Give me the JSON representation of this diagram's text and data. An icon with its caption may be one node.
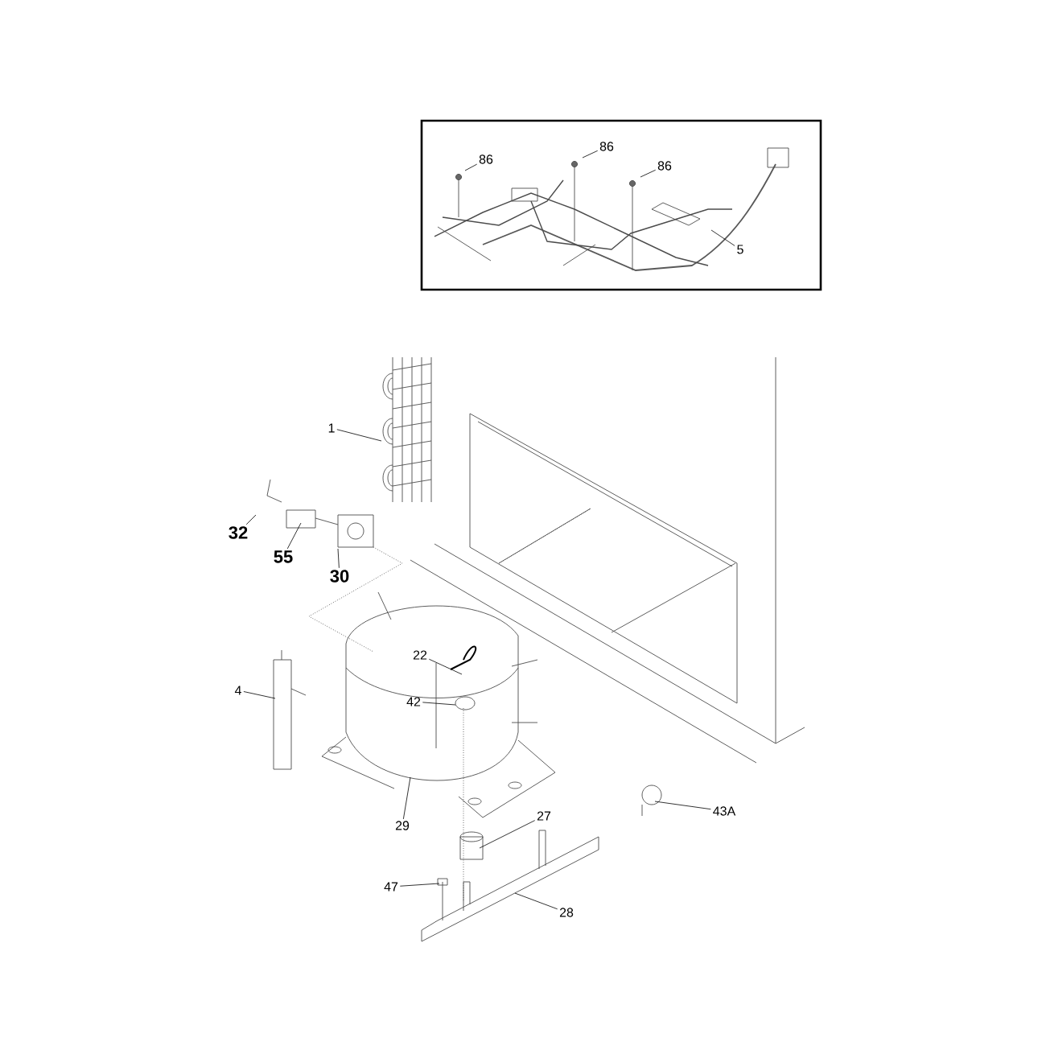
{
  "diagram": {
    "nodes": [
      {
        "text": [
          "86"
        ]
      },
      {
        "text": [
          "86"
        ]
      },
      {
        "text": [
          "86"
        ]
      },
      {
        "text": [
          "5"
        ]
      },
      {
        "text": [
          "1"
        ]
      },
      {
        "text": [
          "32"
        ]
      },
      {
        "text": [
          "55"
        ]
      },
      {
        "text": [
          "30"
        ]
      },
      {
        "text": [
          "22"
        ]
      },
      {
        "text": [
          "4"
        ]
      },
      {
        "text": [
          "42"
        ]
      },
      {
        "text": [
          "29"
        ]
      },
      {
        "text": [
          "27"
        ]
      },
      {
        "text": [
          "43A"
        ]
      },
      {
        "text": [
          "47"
        ]
      },
      {
        "text": [
          "28"
        ]
      }
    ],
    "edges": [
      {
        "from": 0,
        "to": null,
        "arrow": "none"
      },
      {
        "from": 1,
        "to": null,
        "arrow": "none"
      },
      {
        "from": 2,
        "to": null,
        "arrow": "none"
      },
      {
        "from": 3,
        "to": null,
        "arrow": "none"
      },
      {
        "from": 4,
        "to": null,
        "arrow": "none"
      },
      {
        "from": 5,
        "to": null,
        "arrow": "none"
      },
      {
        "from": 6,
        "to": null,
        "arrow": "none"
      },
      {
        "from": 7,
        "to": null,
        "arrow": "none"
      },
      {
        "from": 8,
        "to": null,
        "arrow": "none"
      },
      {
        "from": 9,
        "to": null,
        "arrow": "none"
      },
      {
        "from": 10,
        "to": null,
        "arrow": "none"
      },
      {
        "from": 11,
        "to": null,
        "arrow": "none"
      },
      {
        "from": 12,
        "to": null,
        "arrow": "none"
      },
      {
        "from": 13,
        "to": null,
        "arrow": "none"
      },
      {
        "from": 14,
        "to": null,
        "arrow": "none"
      },
      {
        "from": 15,
        "to": null,
        "arrow": "none"
      }
    ]
  }
}
